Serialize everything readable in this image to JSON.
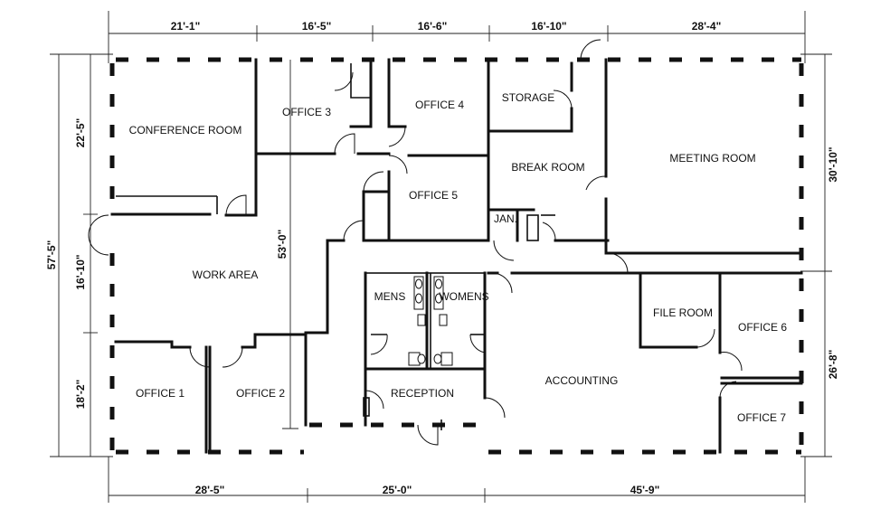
{
  "rooms": {
    "conference": "CONFERENCE ROOM",
    "office3": "OFFICE 3",
    "office4": "OFFICE 4",
    "storage": "STORAGE",
    "break_room": "BREAK ROOM",
    "meeting": "MEETING ROOM",
    "office5": "OFFICE 5",
    "jan": "JAN.",
    "work_area": "WORK AREA",
    "mens": "MENS",
    "womens": "WOMENS",
    "file_room": "FILE ROOM",
    "office6": "OFFICE 6",
    "accounting": "ACCOUNTING",
    "reception": "RECEPTION",
    "office1": "OFFICE 1",
    "office2": "OFFICE 2",
    "office7": "OFFICE 7"
  },
  "dimensions": {
    "top": [
      "21'-1\"",
      "16'-5\"",
      "16'-6\"",
      "16'-10\"",
      "28'-4\""
    ],
    "bottom": [
      "28'-5\"",
      "25'-0\"",
      "45'-9\""
    ],
    "left_overall": "57'-5\"",
    "left": [
      "22'-5\"",
      "16'-10\"",
      "18'-2\""
    ],
    "interior": "53'-0\"",
    "right": [
      "30'-10\"",
      "26'-8\""
    ]
  }
}
